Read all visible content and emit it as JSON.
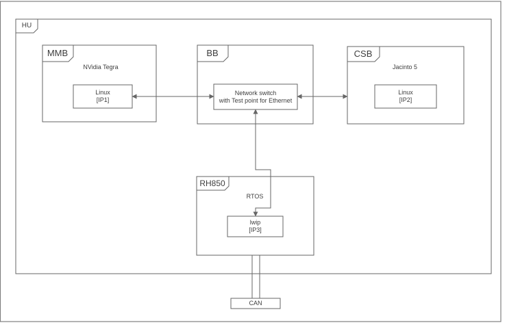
{
  "colors": {
    "stroke": "#666666",
    "text": "#3d3d3d",
    "frame_border": "#808080",
    "background": "#ffffff"
  },
  "diagram": {
    "frames": {
      "hu": {
        "label": "HU"
      },
      "mmb": {
        "label": "MMB",
        "sublabel": "NVidia Tegra"
      },
      "bb": {
        "label": "BB"
      },
      "csb": {
        "label": "CSB",
        "sublabel": "Jacinto 5"
      },
      "rh850": {
        "label": "RH850",
        "sublabel": "RTOS"
      }
    },
    "nodes": {
      "linux_ip1": {
        "line1": "Linux",
        "line2": "[IP1]"
      },
      "network_switch": {
        "line1": "Network switch",
        "line2": "with Test point for Ethernet"
      },
      "linux_ip2": {
        "line1": "Linux",
        "line2": "[IP2]"
      },
      "lwip": {
        "line1": "lwip",
        "line2": "[IP3]"
      },
      "can": {
        "label": "CAN"
      }
    }
  }
}
